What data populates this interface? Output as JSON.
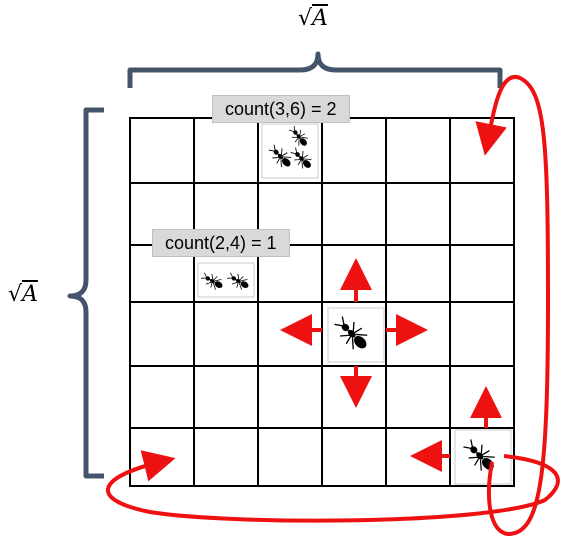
{
  "top_label": {
    "radical": "√",
    "symbol": "A"
  },
  "left_label": {
    "radical": "√",
    "symbol": "A"
  },
  "callouts": [
    {
      "text": "count(3,6) = 2"
    },
    {
      "text": "count(2,4) = 1"
    }
  ],
  "grid": {
    "rows": 6,
    "cols": 6
  },
  "colors": {
    "bracket": "#44546a",
    "arrow": "#ee1111",
    "grid": "#000000",
    "callout_bg": "#d9d9d9"
  },
  "icons": [
    "ant-icon",
    "arrow-icon",
    "wrap-arrow-icon",
    "brace-icon"
  ]
}
